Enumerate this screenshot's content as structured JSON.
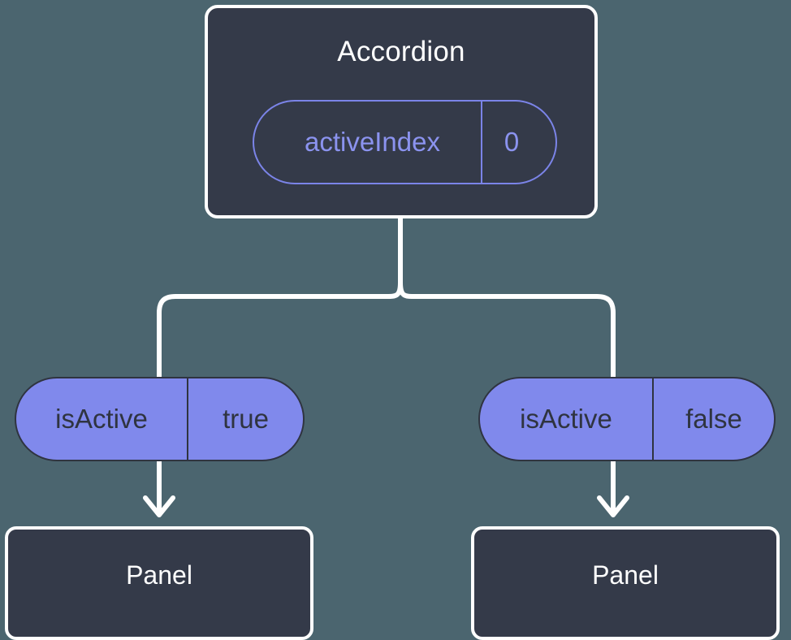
{
  "diagram": {
    "type": "component-tree",
    "root": {
      "name": "root-node",
      "title": "Accordion",
      "prop": {
        "key": "activeIndex",
        "value": "0"
      }
    },
    "branches": [
      {
        "side": "left",
        "prop": {
          "key": "isActive",
          "value": "true"
        },
        "child": {
          "title": "Panel"
        }
      },
      {
        "side": "right",
        "prop": {
          "key": "isActive",
          "value": "false"
        },
        "child": {
          "title": "Panel"
        }
      }
    ],
    "icons": {
      "arrow_down": "arrow-down-icon",
      "fork": "branch-fork-connector"
    },
    "colors": {
      "background": "#4b656f",
      "card_fill": "#343a49",
      "card_border": "#ffffff",
      "pill_fill": "#8089ec",
      "pill_outline": "#7b84e8",
      "pill_text_light": "#8b93ef",
      "pill_text_dark": "#2f3440",
      "connector": "#ffffff"
    }
  }
}
